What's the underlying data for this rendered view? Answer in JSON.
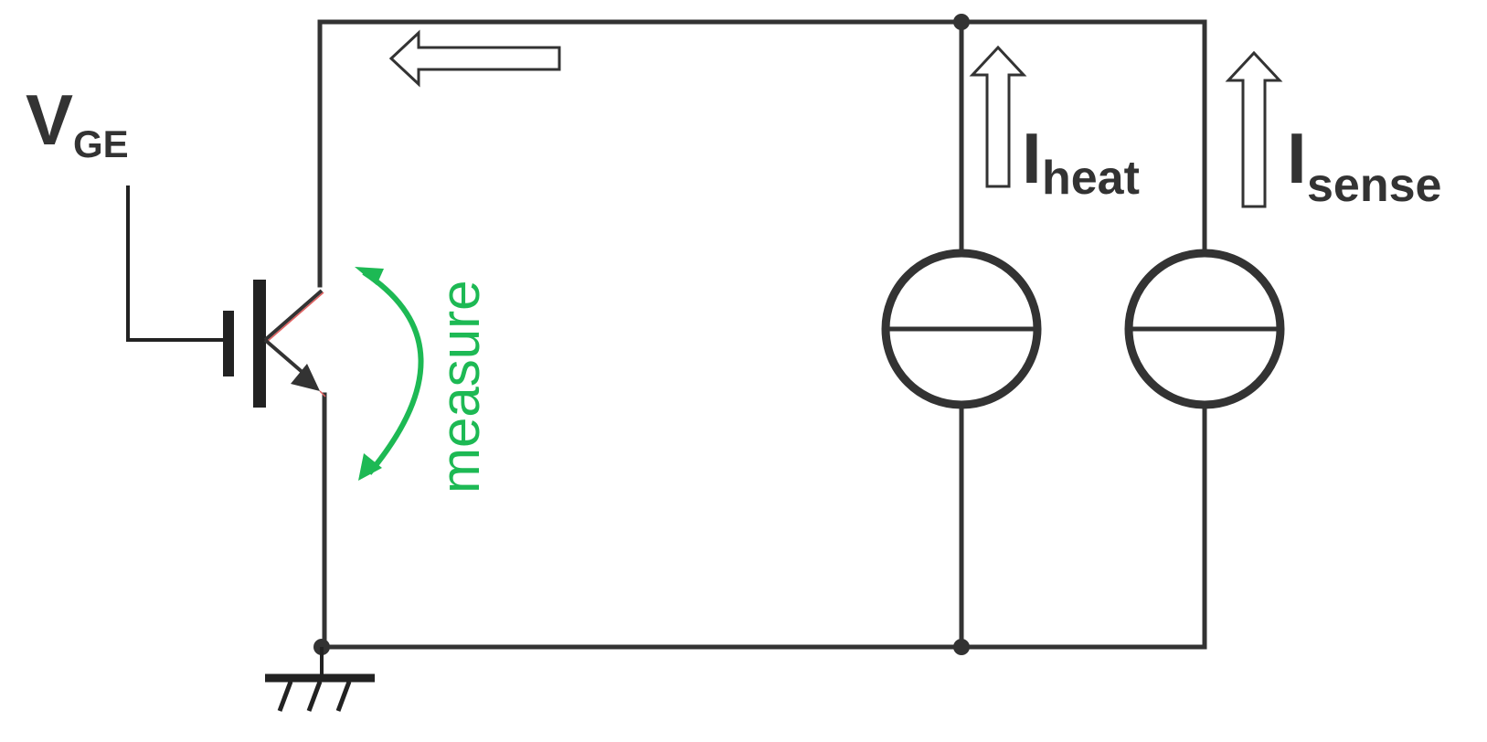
{
  "labels": {
    "vge_main": "V",
    "vge_sub": "GE",
    "iheat_main": "I",
    "iheat_sub": "heat",
    "isense_main": "I",
    "isense_sub": "sense",
    "measure": "measure"
  },
  "colors": {
    "wire": "#333333",
    "measure_green": "#1db954",
    "background": "#ffffff"
  },
  "icons": {
    "current_sources": [
      "current-source-heat-icon",
      "current-source-sense-icon"
    ],
    "ground": "ground-icon",
    "transistor": "igbt-transistor-icon",
    "arrows": [
      "current-loop-arrow-icon",
      "heat-current-arrow-icon",
      "sense-current-arrow-icon"
    ],
    "measure_arc": "measure-double-arrow-icon"
  }
}
